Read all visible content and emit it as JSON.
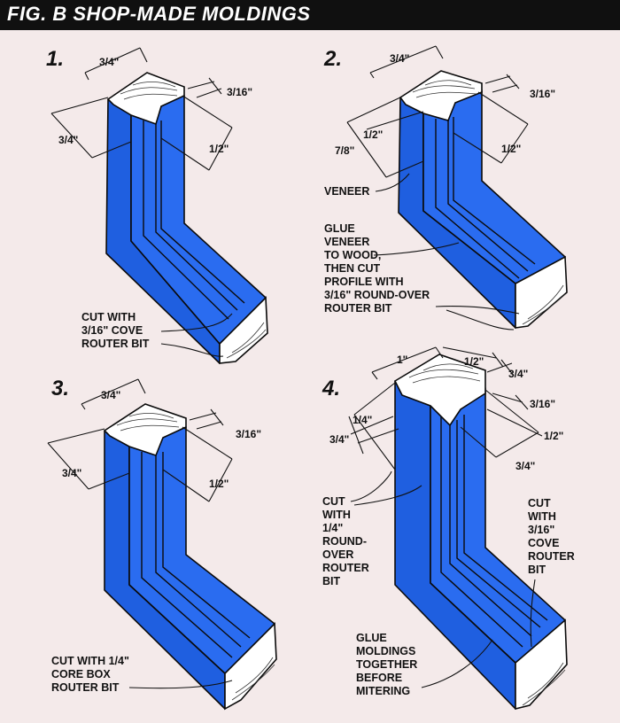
{
  "title": "FIG. B   SHOP-MADE MOLDINGS",
  "panels": [
    {
      "number": "1.",
      "dims": [
        "3/4\"",
        "3/16\"",
        "3/4\"",
        "1/2\""
      ],
      "notes": [
        "CUT WITH",
        "3/16\" COVE",
        "ROUTER BIT"
      ]
    },
    {
      "number": "2.",
      "dims": [
        "3/4\"",
        "3/16\"",
        "1/2\"",
        "7/8\"",
        "1/2\""
      ],
      "veneer": "VENEER",
      "notes": [
        "GLUE",
        "VENEER",
        "TO WOOD,",
        "THEN CUT",
        "PROFILE WITH",
        "3/16\" ROUND-OVER",
        "ROUTER BIT"
      ]
    },
    {
      "number": "3.",
      "dims": [
        "3/4\"",
        "3/16\"",
        "3/4\"",
        "1/2\""
      ],
      "notes": [
        "CUT WITH 1/4\"",
        "CORE BOX",
        "ROUTER BIT"
      ]
    },
    {
      "number": "4.",
      "dims": [
        "1\"",
        "1/2\"",
        "3/4\"",
        "3/16\"",
        "1/4\"",
        "3/4\"",
        "1/2\"",
        "3/4\""
      ],
      "note_left": [
        "CUT",
        "WITH",
        "1/4\"",
        "ROUND-",
        "OVER",
        "ROUTER",
        "BIT"
      ],
      "note_right": [
        "CUT",
        "WITH",
        "3/16\"",
        "COVE",
        "ROUTER",
        "BIT"
      ],
      "note_bottom": [
        "GLUE",
        "MOLDINGS",
        "TOGETHER",
        "BEFORE",
        "MITERING"
      ]
    }
  ]
}
